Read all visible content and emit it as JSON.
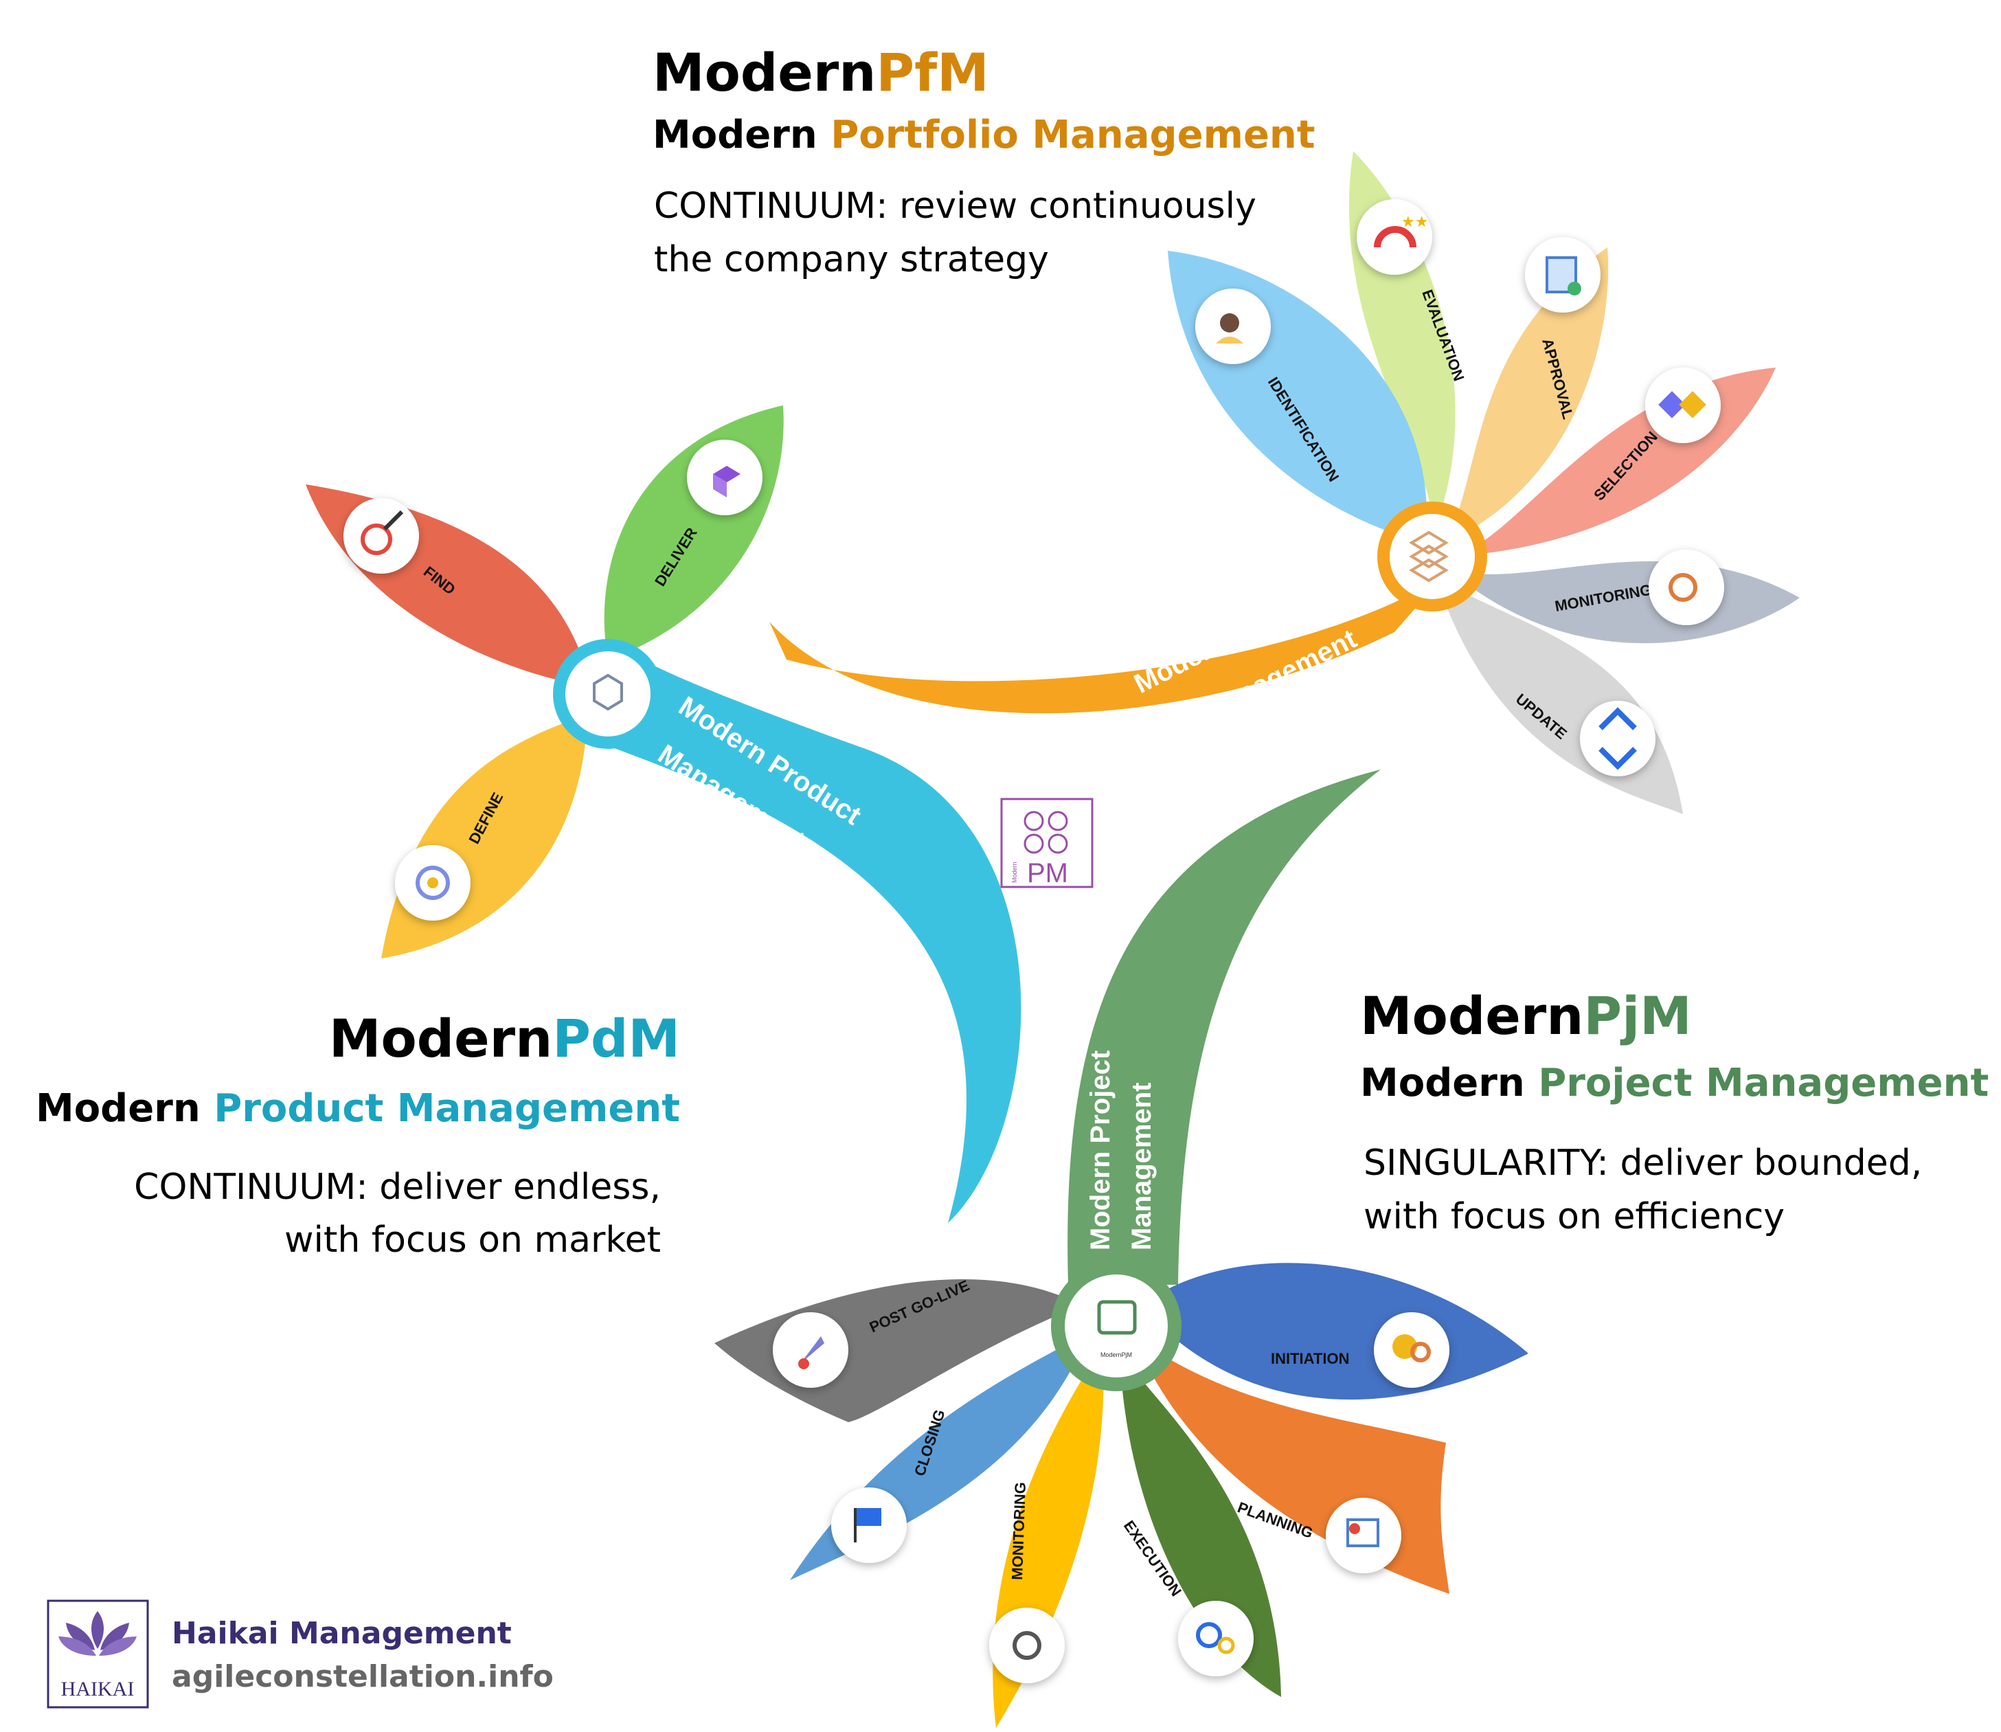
{
  "colors": {
    "pfm_accent": "#d4860b",
    "pdm_accent": "#1aa3c0",
    "pjm_accent": "#4f8a57",
    "footer_brand": "#3b2d73",
    "footer_url": "#666666",
    "logo_purple": "#9b4ea8"
  },
  "pfm": {
    "title_prefix": "Modern",
    "title_suffix": "PfM",
    "subtitle_prefix": "Modern",
    "subtitle_suffix": "Portfolio Management",
    "desc_line1": "CONTINUUM: review continuously",
    "desc_line2": "the company strategy",
    "stem_line1": "Modern Portfolio",
    "stem_line2": "Management",
    "petals": [
      {
        "label": "IDENTIFICATION",
        "color": "#8ccff5",
        "icon": "person-idea-icon"
      },
      {
        "label": "EVALUATION",
        "color": "#d6ec9c",
        "icon": "gauge-stars-icon"
      },
      {
        "label": "APPROVAL",
        "color": "#f9d189",
        "icon": "document-check-icon"
      },
      {
        "label": "SELECTION",
        "color": "#f59c8c",
        "icon": "selection-cards-icon"
      },
      {
        "label": "MONITORING",
        "color": "#b6bdca",
        "icon": "chart-magnifier-icon"
      },
      {
        "label": "UPDATE",
        "color": "#d7d7d7",
        "icon": "update-arrows-icon"
      }
    ]
  },
  "pdm": {
    "title_prefix": "Modern",
    "title_suffix": "PdM",
    "subtitle_prefix": "Modern",
    "subtitle_suffix": "Product Management",
    "desc_line1": "CONTINUUM: deliver endless,",
    "desc_line2": "with focus on market",
    "stem_line1": "Modern Product",
    "stem_line2": "Management",
    "petals": [
      {
        "label": "FIND",
        "color": "#e6684f",
        "icon": "find-magnifier-icon"
      },
      {
        "label": "DELIVER",
        "color": "#7dcd5e",
        "icon": "deliver-cube-icon"
      },
      {
        "label": "DEFINE",
        "color": "#fbc33b",
        "icon": "define-target-icon"
      }
    ]
  },
  "pjm": {
    "title_prefix": "Modern",
    "title_suffix": "PjM",
    "subtitle_prefix": "Modern",
    "subtitle_suffix": "Project Management",
    "desc_line1": "SINGULARITY: deliver bounded,",
    "desc_line2": "with focus on efficiency",
    "stem_line1": "Modern Project",
    "stem_line2": "Management",
    "hub_caption": "ModernPjM",
    "petals": [
      {
        "label": "POST GO-LIVE",
        "color": "#777777",
        "icon": "rocket-icon"
      },
      {
        "label": "CLOSING",
        "color": "#5b9bd5",
        "icon": "flag-icon"
      },
      {
        "label": "MONITORING",
        "color": "#ffc000",
        "icon": "monitoring-gears-icon"
      },
      {
        "label": "EXECUTION",
        "color": "#548235",
        "icon": "execution-gears-icon"
      },
      {
        "label": "PLANNING",
        "color": "#ed7d31",
        "icon": "planning-board-icon"
      },
      {
        "label": "INITIATION",
        "color": "#4472c4",
        "icon": "lightbulb-gear-icon"
      }
    ]
  },
  "center_logo": {
    "text": "PM",
    "small": "Modern"
  },
  "footer": {
    "brand": "Haikai Management",
    "url": "agileconstellation.info",
    "logo_text": "HAIKAI"
  }
}
